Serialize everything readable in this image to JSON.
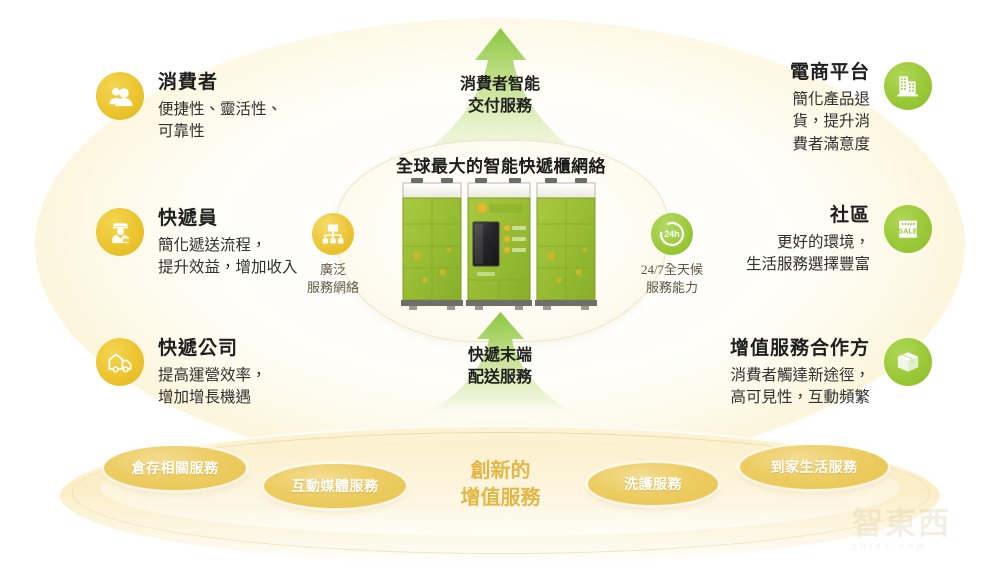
{
  "hero": {
    "title": "全球最大的智能快遞櫃網絡"
  },
  "arrows": {
    "top_caption": "消費者智能\n交付服務",
    "bottom_caption": "快遞末端\n配送服務"
  },
  "center_badges": [
    {
      "icon": "network-icon",
      "caption": "廣泛\n服務網絡",
      "color": "#ebc433"
    },
    {
      "icon": "24h-clock-icon",
      "caption": "24/7全天候\n服務能力",
      "color": "#9ac938"
    }
  ],
  "stakeholders": [
    {
      "id": "consumer",
      "title": "消費者",
      "desc": "便捷性、靈活性、\n可靠性",
      "icon": "users-icon",
      "color": "#ecc42e",
      "side": "left"
    },
    {
      "id": "courier",
      "title": "快遞員",
      "desc": "簡化遞送流程，\n提升效益，增加收入",
      "icon": "courier-person-icon",
      "color": "#ecc42e",
      "side": "left"
    },
    {
      "id": "express-company",
      "title": "快遞公司",
      "desc": "提高運營效率，\n增加增長機遇",
      "icon": "delivery-truck-icon",
      "color": "#ecc42e",
      "side": "left"
    },
    {
      "id": "ecommerce-platform",
      "title": "電商平台",
      "desc": "簡化產品退\n貨，提升消\n費者滿意度",
      "icon": "buildings-icon",
      "color": "#9ac938",
      "side": "right"
    },
    {
      "id": "community",
      "title": "社區",
      "desc": "更好的環境，\n生活服務選擇豐富",
      "icon": "sale-shop-icon",
      "color": "#9ac938",
      "side": "right"
    },
    {
      "id": "value-added-partner",
      "title": "增值服務合作方",
      "desc": "消費者觸達新途徑，\n高可見性，互動頻繁",
      "icon": "package-box-icon",
      "color": "#9ac938",
      "side": "right"
    }
  ],
  "bottom": {
    "center_label": "創新的\n增值服務",
    "pills": [
      {
        "label": "倉存相關服務"
      },
      {
        "label": "互動媒體服務"
      },
      {
        "label": "洗護服務"
      },
      {
        "label": "到家生活服務"
      }
    ]
  },
  "watermark": {
    "text": "智東西",
    "sub": "zhidx.com"
  },
  "colors": {
    "gold": "#ecc42e",
    "green": "#9ac938",
    "cream": "#fdf6de",
    "pill_gold": "#e8c551",
    "center_label": "#e4b744"
  }
}
